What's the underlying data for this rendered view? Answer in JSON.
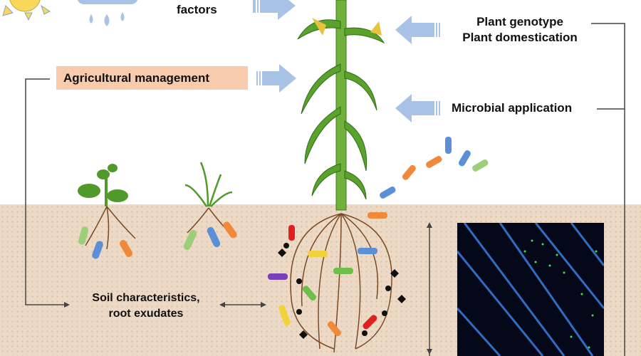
{
  "labels": {
    "environment_factors": "factors",
    "agricultural_management": "Agricultural management",
    "plant_genotype": "Plant genotype",
    "plant_domestication": "Plant domestication",
    "microbial_application": "Microbial application",
    "soil_characteristics": "Soil characteristics,",
    "root_exudates": "root exudates"
  },
  "colors": {
    "arrow": "#a9c3e6",
    "agri_box": "#f8cbad",
    "soil": "#ecdac6",
    "plant_green": "#4f9a2a"
  }
}
